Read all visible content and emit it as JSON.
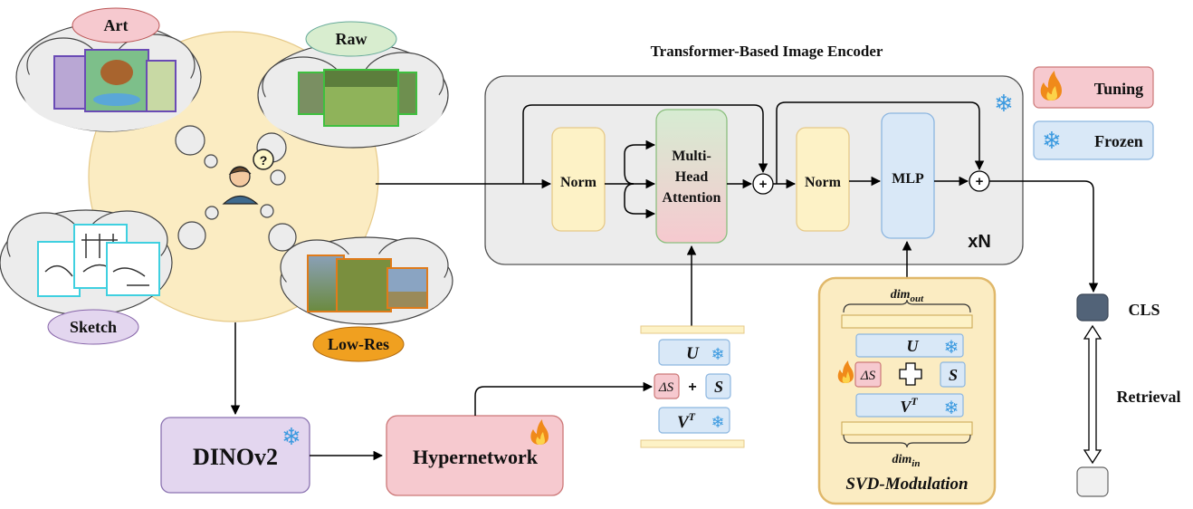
{
  "encoder": {
    "title": "Transformer-Based Image Encoder",
    "norm1_label": "Norm",
    "attention_label_line1": "Multi-",
    "attention_label_line2": "Head",
    "attention_label_line3": "Attention",
    "norm2_label": "Norm",
    "mlp_label": "MLP",
    "repeat_label": "xN",
    "add_symbol": "+"
  },
  "legend": {
    "tuning_label": "Tuning",
    "frozen_label": "Frozen",
    "tuning_color": "#f6c9cf",
    "frozen_color": "#d9e8f7"
  },
  "domains": {
    "art_label": "Art",
    "raw_label": "Raw",
    "sketch_label": "Sketch",
    "lowres_label": "Low-Res"
  },
  "pipeline": {
    "dinov2_label": "DINOv2",
    "hypernetwork_label": "Hypernetwork"
  },
  "factors": {
    "u_label": "U",
    "delta_s_label": "ΔS",
    "s_label": "S",
    "v_label": "V",
    "v_sup": "T",
    "plus_symbol": "+"
  },
  "svd": {
    "dim_out_label": "dim",
    "dim_out_sub": "out",
    "dim_in_label": "dim",
    "dim_in_sub": "in",
    "title": "SVD-Modulation"
  },
  "retrieval": {
    "cls_label": "CLS",
    "retrieval_label": "Retrieval"
  },
  "icons": {
    "snowflake": "❄",
    "flame": "flame-icon",
    "user": "user-thinking-icon"
  }
}
